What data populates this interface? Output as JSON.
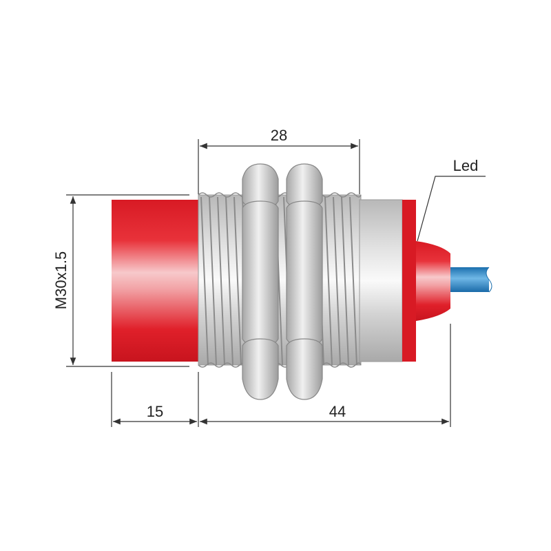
{
  "dimensions": {
    "top_length": "28",
    "diameter": "M30x1.5",
    "cap_length": "15",
    "total_length": "44"
  },
  "labels": {
    "led": "Led"
  },
  "colors": {
    "cap_red": "#e0202a",
    "body_silver": "#d9d9d9",
    "cable_blue": "#2a86c8",
    "dimension_line": "#333333"
  }
}
